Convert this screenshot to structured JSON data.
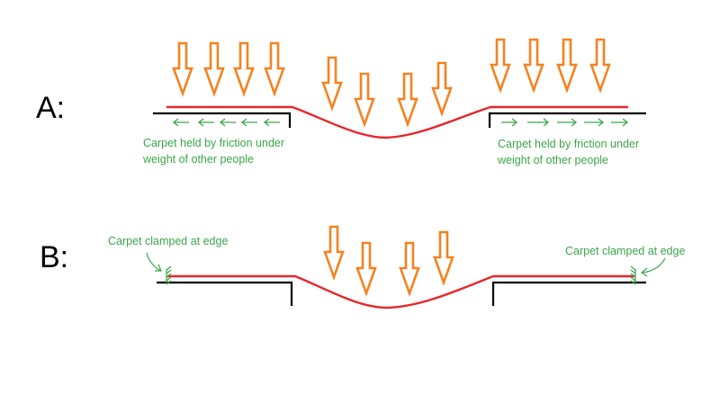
{
  "panels": {
    "a": {
      "label": "A:",
      "left_note": [
        "Carpet held by friction under",
        "weight of other people"
      ],
      "right_note": [
        "Carpet held by friction under",
        "weight of other people"
      ]
    },
    "b": {
      "label": "B:",
      "left_note": "Carpet clamped at edge",
      "right_note": "Carpet clamped at edge"
    }
  },
  "colors": {
    "arrow": "#f58220",
    "carpet": "#e8262b",
    "annotation": "#3aa64a",
    "floor": "#000000"
  }
}
